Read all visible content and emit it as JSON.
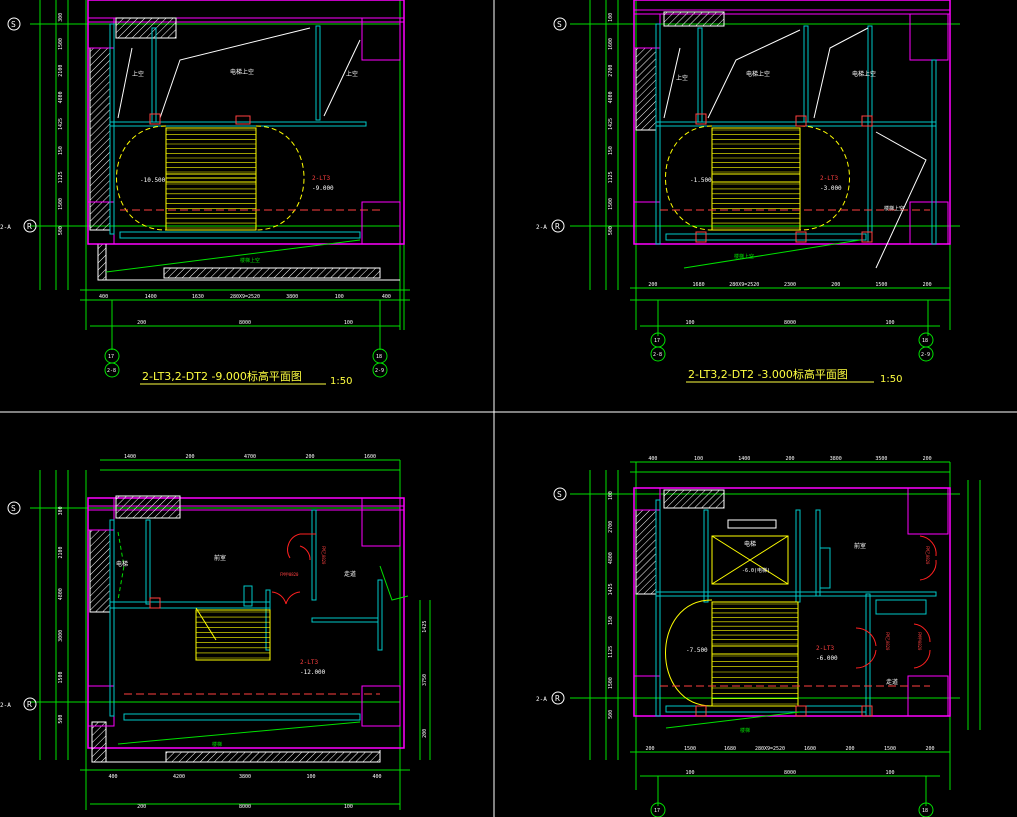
{
  "colors": {
    "background": "#000000",
    "dimension": "#00e000",
    "wall": "#ff00ff",
    "concrete": "#ffffff",
    "column": "#00c8c8",
    "stair": "#ffff00",
    "door": "#ff2020",
    "axis": "#ff4040",
    "text": "#ffffff",
    "title": "#ffff40",
    "divider": "#ffffff"
  },
  "axis_labels": {
    "S": "S",
    "R": "R",
    "ra_prefix": "2-A"
  },
  "panels": [
    {
      "id": "tl",
      "title": "2-LT3,2-DT2 -9.000标高平面图",
      "scale": "1:50",
      "top_dims": [],
      "bottom_dims_row1": [
        "400",
        "1400",
        "1630",
        "280X9=2520",
        "3800",
        "100",
        "400"
      ],
      "bottom_dims_row2": [
        "200",
        "8000",
        "100"
      ],
      "left_dims": [
        "300",
        "1500",
        "2100",
        "4800",
        "1425",
        "150",
        "1125",
        "1500",
        "500"
      ],
      "room_labels": [
        "上空",
        "电梯上空",
        "上空",
        "楼梯上空"
      ],
      "level_texts": [
        "-10.500",
        "2-LT3",
        "-9.000"
      ],
      "axis_bottom": [
        "17",
        "2-8",
        "18",
        "2-9"
      ]
    },
    {
      "id": "tr",
      "title": "2-LT3,2-DT2 -3.000标高平面图",
      "scale": "1:50",
      "top_dims": [],
      "bottom_dims_row1": [
        "200",
        "1680",
        "280X9=2520",
        "2300",
        "200",
        "1500",
        "200"
      ],
      "bottom_dims_row2": [
        "100",
        "8000",
        "100"
      ],
      "left_dims": [
        "100",
        "1600",
        "2700",
        "4800",
        "1425",
        "150",
        "1125",
        "1500",
        "500"
      ],
      "room_labels": [
        "上空",
        "电梯上空",
        "电梯上空",
        "楼梯上空",
        "楼梯上空"
      ],
      "level_texts": [
        "-1.500",
        "2-LT3",
        "-3.000"
      ],
      "axis_bottom": [
        "17",
        "2-8",
        "18",
        "2-9"
      ]
    },
    {
      "id": "bl",
      "title": "",
      "scale": "",
      "top_dims": [
        "1400",
        "200",
        "4700",
        "200",
        "1600"
      ],
      "bottom_dims_row1": [
        "400",
        "4200",
        "3800",
        "100",
        "400"
      ],
      "bottom_dims_row2": [
        "200",
        "8000",
        "100"
      ],
      "left_dims": [
        "300",
        "2100",
        "4800",
        "3000",
        "1500",
        "500"
      ],
      "room_labels": [
        "前室",
        "电梯",
        "走道",
        "楼梯"
      ],
      "level_texts": [
        "2-LT3",
        "-12.000"
      ],
      "door_labels": [
        "FM乙0820",
        "FM甲0820"
      ],
      "right_dims": [
        "1425",
        "3750",
        "200"
      ],
      "axis_bottom": []
    },
    {
      "id": "br",
      "title": "",
      "scale": "",
      "top_dims": [
        "400",
        "100",
        "1400",
        "200",
        "3800",
        "3500",
        "200"
      ],
      "bottom_dims_row1": [
        "200",
        "1500",
        "1680",
        "280X9=2520",
        "1600",
        "200",
        "1500",
        "200"
      ],
      "bottom_dims_row2": [
        "100",
        "8000",
        "100"
      ],
      "left_dims": [
        "100",
        "2700",
        "4800",
        "1425",
        "150",
        "1125",
        "1500",
        "500"
      ],
      "room_labels": [
        "电梯",
        "前室",
        "走道",
        "楼梯"
      ],
      "level_texts": [
        "-7.500",
        "2-LT3",
        "-6.000",
        "-6.0(电梯)"
      ],
      "door_labels": [
        "FM乙0820",
        "FM甲0820",
        "FM乙0820"
      ],
      "axis_bottom": [
        "17",
        "18"
      ]
    }
  ]
}
